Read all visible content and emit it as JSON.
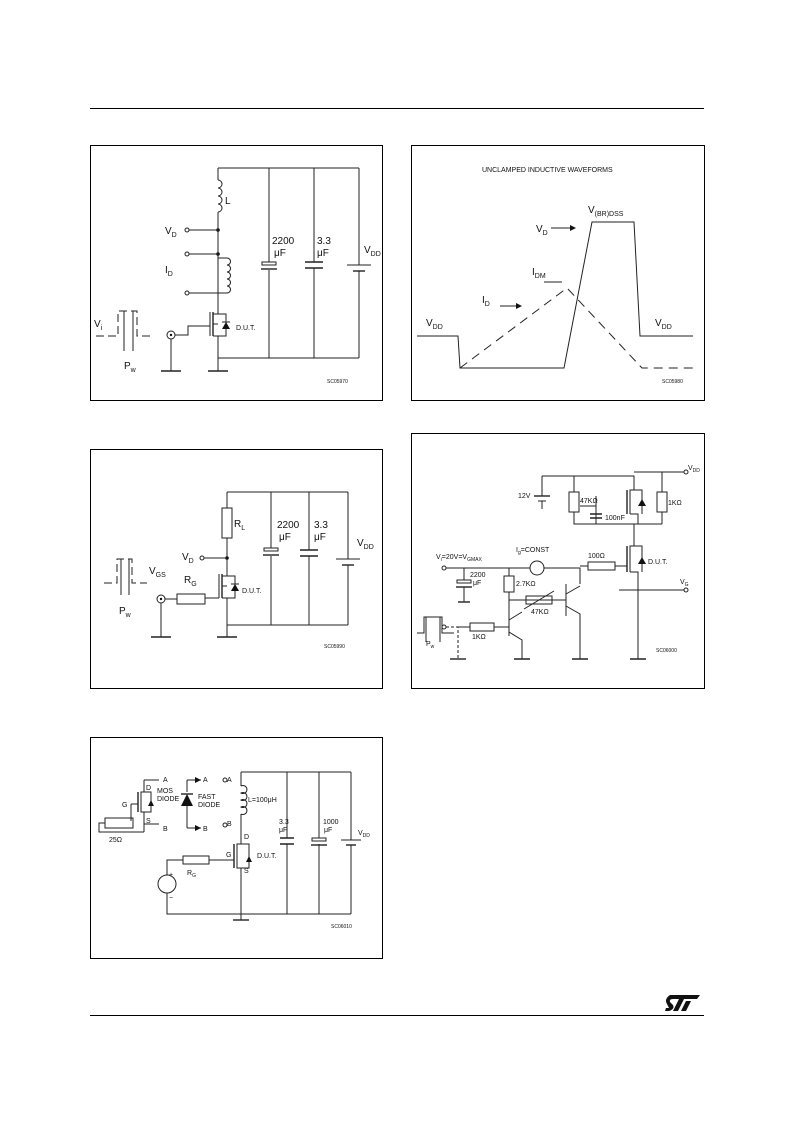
{
  "fig1": {
    "L": "L",
    "VD": "V",
    "VD_sub": "D",
    "ID": "I",
    "ID_sub": "D",
    "cap1_val": "2200",
    "cap1_unit": "μF",
    "cap2_val": "3.3",
    "cap2_unit": "μF",
    "VDD": "V",
    "VDD_sub": "DD",
    "Vi": "V",
    "Vi_sub": "i",
    "Pw": "P",
    "Pw_sub": "w",
    "dut": "D.U.T.",
    "code": "SC05970"
  },
  "fig2": {
    "title": "UNCLAMPED  INDUCTIVE  WAVEFORMS",
    "VBR": "V",
    "VBR_sub": "(BR)DSS",
    "VD": "V",
    "VD_sub": "D",
    "IDM": "I",
    "IDM_sub": "DM",
    "ID": "I",
    "ID_sub": "D",
    "VDD_left": "V",
    "VDD_left_sub": "DD",
    "VDD_right": "V",
    "VDD_right_sub": "DD",
    "code": "SC05980"
  },
  "fig3": {
    "RL": "R",
    "RL_sub": "L",
    "cap1_val": "2200",
    "cap1_unit": "μF",
    "cap2_val": "3.3",
    "cap2_unit": "μF",
    "VDD": "V",
    "VDD_sub": "DD",
    "VD": "V",
    "VD_sub": "D",
    "VGS": "V",
    "VGS_sub": "GS",
    "RG": "R",
    "RG_sub": "G",
    "Pw": "P",
    "Pw_sub": "w",
    "dut": "D.U.T.",
    "code": "SC05990"
  },
  "fig4": {
    "VDD": "V",
    "VDD_sub": "DD",
    "v12": "12V",
    "r47k": "47KΩ",
    "r1k_top": "1KΩ",
    "c100nf": "100nF",
    "Vi": "V",
    "Vi_sub": "i",
    "Vi_rest": "=20V=V",
    "Vi_rest_sub": "GMAX",
    "Ig": "I",
    "Ig_sub": "g",
    "Ig_rest": "=CONST",
    "r100": "100Ω",
    "dut": "D.U.T.",
    "cap_val": "2200",
    "cap_unit": "μF",
    "r27k": "2.7KΩ",
    "r47k2": "47KΩ",
    "VG": "V",
    "VG_sub": "G",
    "r1k_bot": "1KΩ",
    "Pw": "P",
    "Pw_sub": "w",
    "code": "SC06000"
  },
  "fig5": {
    "A1": "A",
    "D1": "D",
    "mos": "MOS",
    "diode1": "DIODE",
    "G1": "G",
    "S1": "S",
    "B1": "B",
    "r25": "25Ω",
    "A2": "A",
    "A3": "A",
    "fast": "FAST",
    "diode2": "DIODE",
    "L": "L=100μH",
    "B2": "B",
    "B3": "B",
    "c1_val": "3.3",
    "c1_unit": "μF",
    "c2_val": "1000",
    "c2_unit": "μF",
    "VDD": "V",
    "VDD_sub": "DD",
    "D2": "D",
    "G2": "G",
    "S2": "S",
    "dut": "D.U.T.",
    "RG": "R",
    "RG_sub": "G",
    "plus": "+",
    "minus": "−",
    "code": "SC06010"
  },
  "logo": "ST"
}
